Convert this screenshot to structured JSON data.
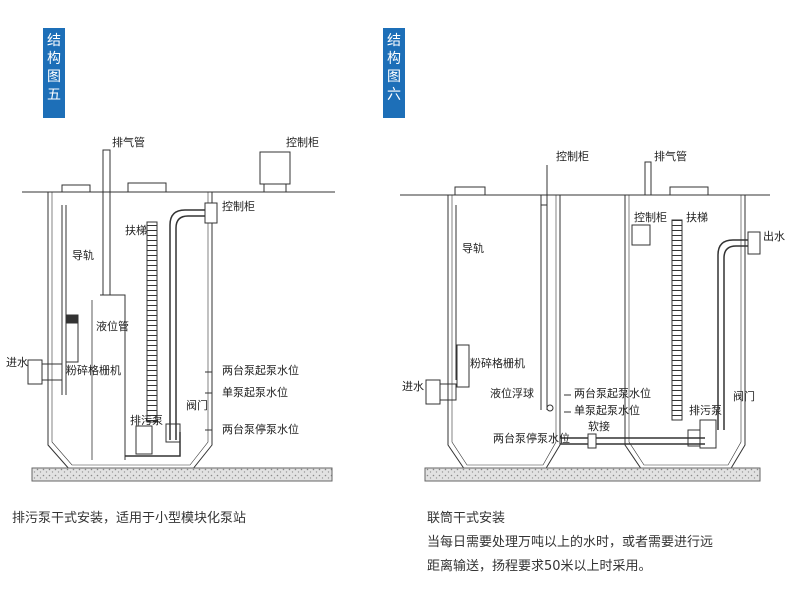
{
  "figure5": {
    "tag": [
      "结",
      "构",
      "图",
      "五"
    ],
    "labels": {
      "vent_pipe": "排气管",
      "control_cabinet_ground": "控制柜",
      "control_cabinet_outlet": "控制柜",
      "guide_rail": "导轨",
      "ladder": "扶梯",
      "level_pipe": "液位管",
      "inlet": "进水",
      "grinder_screen": "粉碎格栅机",
      "two_pump_start": "两台泵起泵水位",
      "single_pump_start": "单泵起泵水位",
      "valve": "阀门",
      "sewage_pump": "排污泵",
      "two_pump_stop": "两台泵停泵水位"
    },
    "caption": "排污泵干式安装，适用于小型模块化泵站"
  },
  "figure6": {
    "tag": [
      "结",
      "构",
      "图",
      "六"
    ],
    "labels": {
      "control_cabinet_top": "控制柜",
      "vent_pipe": "排气管",
      "guide_rail": "导轨",
      "control_cabinet_inner": "控制柜",
      "ladder": "扶梯",
      "outlet": "出水",
      "grinder_screen": "粉碎格栅机",
      "inlet": "进水",
      "level_float": "液位浮球",
      "two_pump_start": "两台泵起泵水位",
      "single_pump_start": "单泵起泵水位",
      "valve": "阀门",
      "sewage_pump": "排污泵",
      "two_pump_stop": "两台泵停泵水位",
      "soft_joint": "软接"
    },
    "caption_lines": [
      "联筒干式安装",
      "当每日需要处理万吨以上的水时，或者需要进行远",
      "距离输送，扬程要求50米以上时采用。"
    ]
  },
  "colors": {
    "tag": "#1d6fb8",
    "line": "#333333",
    "ground": "#bbbbbb"
  }
}
